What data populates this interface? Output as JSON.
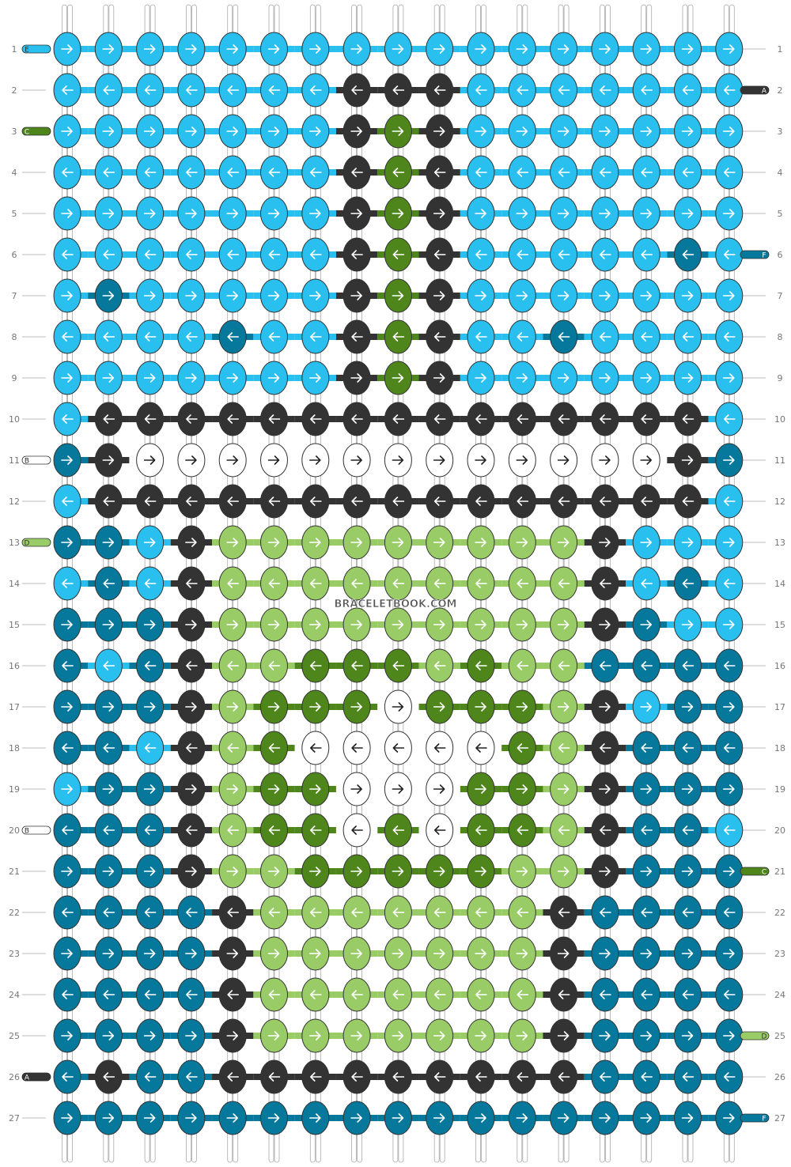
{
  "site": {
    "watermark": "BRACELETBOOK.COM"
  },
  "pattern": {
    "type": "alpha",
    "columns": 17,
    "rows": 27,
    "palette": {
      "A": "#333333",
      "B": "#ffffff",
      "C": "#4e861c",
      "D": "#99cc66",
      "E": "#29bfef",
      "F": "#06789c"
    },
    "left_strings": [
      {
        "row": 1,
        "letter": "E"
      },
      {
        "row": 3,
        "letter": "C"
      },
      {
        "row": 11,
        "letter": "B"
      },
      {
        "row": 13,
        "letter": "D"
      },
      {
        "row": 20,
        "letter": "B"
      },
      {
        "row": 26,
        "letter": "A"
      }
    ],
    "right_strings": [
      {
        "row": 2,
        "letter": "A"
      },
      {
        "row": 6,
        "letter": "F"
      },
      {
        "row": 21,
        "letter": "C"
      },
      {
        "row": 25,
        "letter": "D"
      },
      {
        "row": 27,
        "letter": "F"
      }
    ],
    "row_labels": [
      "1",
      "2",
      "3",
      "4",
      "5",
      "6",
      "7",
      "8",
      "9",
      "10",
      "11",
      "12",
      "13",
      "14",
      "15",
      "16",
      "17",
      "18",
      "19",
      "20",
      "21",
      "22",
      "23",
      "24",
      "25",
      "26",
      "27"
    ],
    "grid": [
      "EEEEEEEEEEEEEEEEE",
      "EEEEEEEAAAEEEEEEE",
      "EEEEEEEACAEEEEEEE",
      "EEEEEEEACAEEEEEEE",
      "EEEEEEEACAEEEEEEE",
      "EEEEEEEACAEEEEEFE",
      "EFEEEEEACAEEEEEEE",
      "EEEEFEEACAEEFEEEE",
      "EEEEEEEACAEEEEEEE",
      "EAAAAAAAAAAAAAAAE",
      "FABBBBBBBBBBBBBAF",
      "EAAAAAAAAAAAAAAAE",
      "FFEADDDDDDDDDAEEE",
      "EFEADDDDDDDDDAEFE",
      "FFFADDDDDDDDDAFEE",
      "FEFADDCCCDCDDFFFF",
      "FFFADCCCBCCCDAEFF",
      "FFEADCBBBBBCDAFFF",
      "EFFADCCBBBCCDAFFF",
      "FFFADCCBCBCCDAFFE",
      "FFFADDCCCCCDDAFFF",
      "FFFFADDDDDDDAFFFF",
      "FFFFADDDDDDDAFFFF",
      "FFFFADDDDDDDAFFFF",
      "FFFFADDDDDDDAFFFF",
      "FAFFAAAAAAAAAFFFF",
      "FFFFFFFFFFFFFFFFF"
    ]
  }
}
